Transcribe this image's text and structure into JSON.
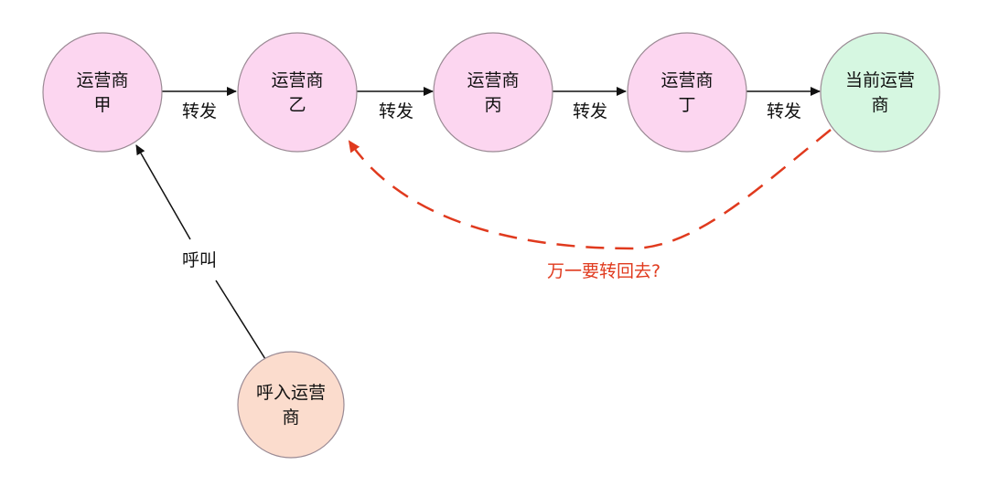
{
  "colors": {
    "carrier_fill": "#fcd6f0",
    "current_fill": "#d6f7e1",
    "caller_fill": "#fbdccd",
    "node_stroke": "#9a8a94",
    "arrow": "#111111",
    "dashed": "#e03a1e"
  },
  "nodes": {
    "carrier_jia": {
      "line1": "运营商",
      "line2": "甲"
    },
    "carrier_yi": {
      "line1": "运营商",
      "line2": "乙"
    },
    "carrier_bing": {
      "line1": "运营商",
      "line2": "丙"
    },
    "carrier_ding": {
      "line1": "运营商",
      "line2": "丁"
    },
    "current_carrier": {
      "line1": "当前运营",
      "line2": "商"
    },
    "inbound_carrier": {
      "line1": "呼入运营",
      "line2": "商"
    }
  },
  "edges": {
    "forward_1": "转发",
    "forward_2": "转发",
    "forward_3": "转发",
    "forward_4": "转发",
    "call": "呼叫",
    "loop_back": "万一要转回去?"
  }
}
